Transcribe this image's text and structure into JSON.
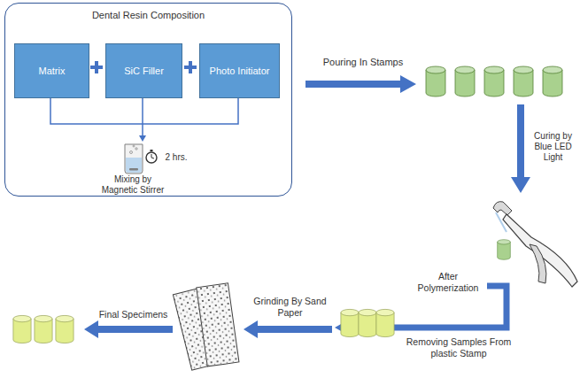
{
  "diagram": {
    "nodes": [
      {
        "text": [
          "Dental Resin Composition"
        ]
      },
      {
        "text": [
          "Matrix"
        ],
        "in": 0
      },
      {
        "text": [
          "SiC Filler"
        ],
        "in": 0
      },
      {
        "text": [
          "Photo Initiator"
        ],
        "in": 0
      }
    ],
    "labels": [
      "Mixing by Magnetic Stirrer",
      "2 hrs.",
      "Pouring In Stamps",
      "Curing by Blue LED Light",
      "After Polymerization",
      "Removing Samples From plastic Stamp",
      "Grinding By Sand Paper",
      "Final Specimens"
    ]
  }
}
